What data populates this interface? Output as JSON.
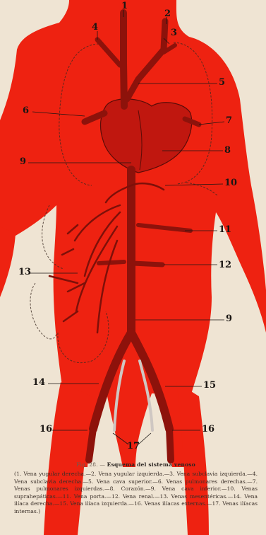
{
  "figure": {
    "labels": [
      "1",
      "2",
      "3",
      "4",
      "5",
      "6",
      "7",
      "8",
      "9",
      "10",
      "11",
      "12",
      "13",
      "9",
      "14",
      "15",
      "16",
      "16",
      "17"
    ],
    "colors": {
      "background": "#efe4d3",
      "overlay": "#ee2211",
      "vessel": "#a8140c",
      "ink": "#1a1613"
    }
  },
  "caption": {
    "fig": "Fig. 28. —",
    "title": "Esquema del sistema venoso",
    "legend": "(1. Vena yugular derecha.—2. Vena yugular izquierda.—3. Vena subclavia izquierda.—4. Vena subclavia derecha.—5. Vena cava superior.—6. Venas pulmonares derechas.—7. Venas pulmonares izquierdas.—8. Corazón.—9. Vena cava inferior.—10. Venas suprahepáticas.—11. Vena porta.—12. Vena renal.—13. Venas mesentéricas.—14. Vena ilíaca derecha.—15. Vena ilíaca izquierda.—16. Venas ilíacas externas.—17. Venas ilíacas internas.)"
  }
}
